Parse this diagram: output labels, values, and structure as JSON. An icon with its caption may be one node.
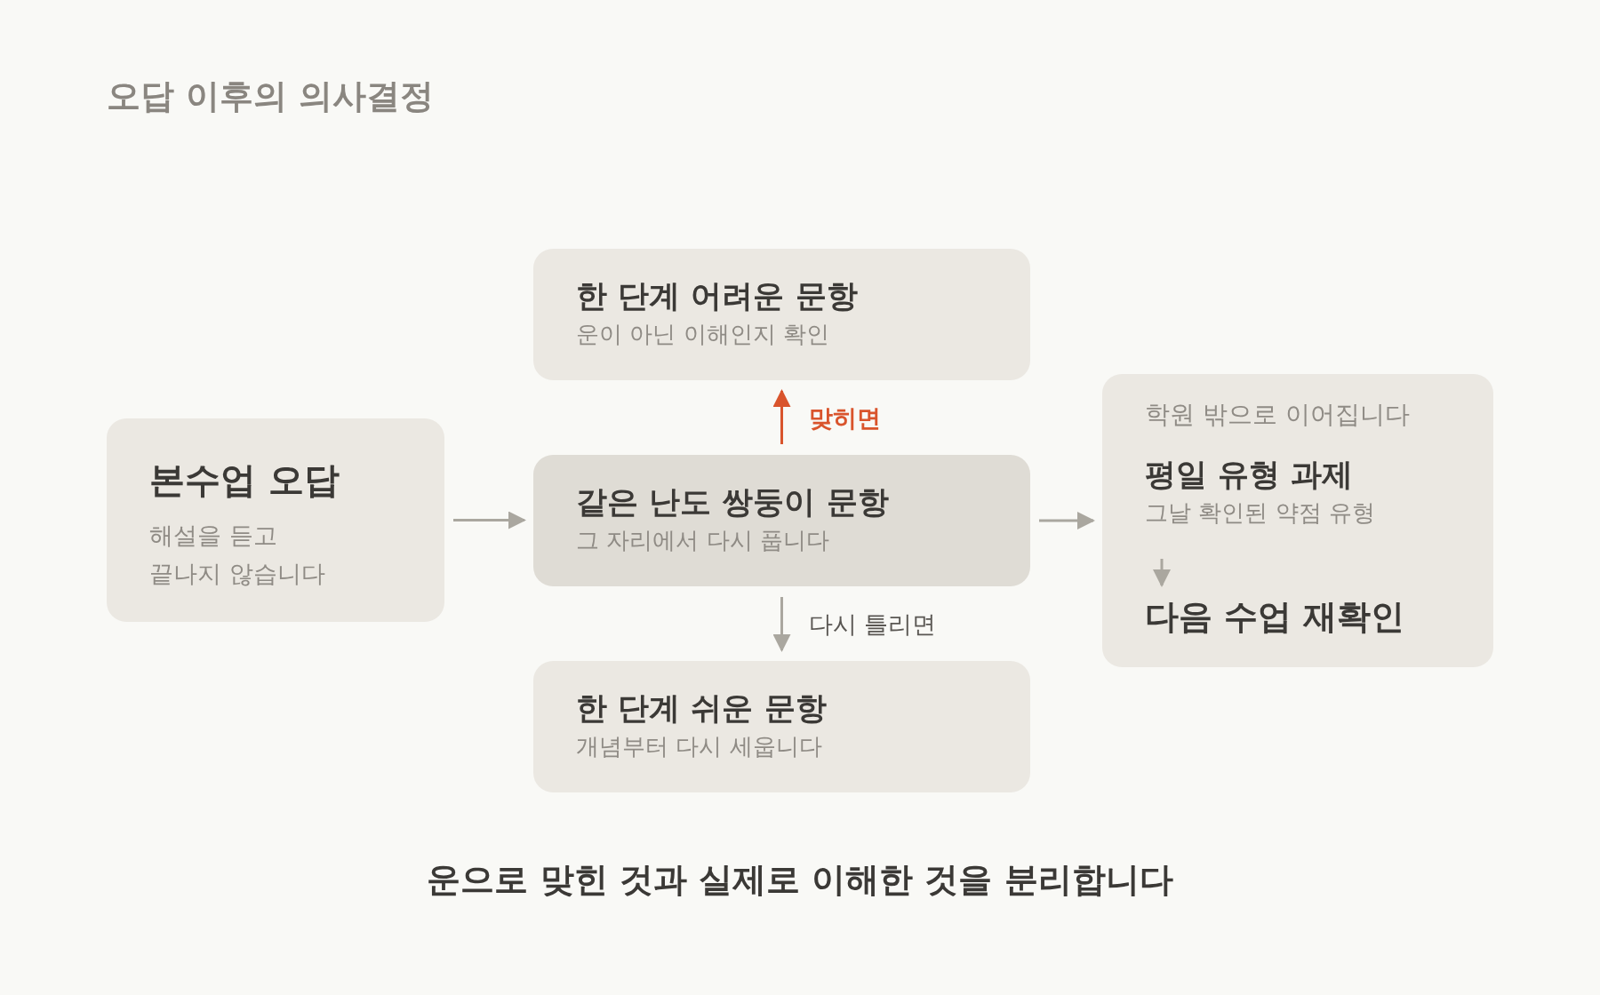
{
  "diagram": {
    "title": "오답 이후의 의사결정",
    "caption": "운으로 맞힌 것과 실제로 이해한 것을 분리합니다",
    "nodes": [
      {
        "text": [
          "본수업 오답",
          "해설을 듣고 끝나지 않습니다"
        ]
      },
      {
        "text": [
          "한 단계 어려운 문항",
          "운이 아닌 이해인지 확인"
        ]
      },
      {
        "text": [
          "같은 난도 쌍둥이 문항",
          "그 자리에서 다시 풉니다"
        ]
      },
      {
        "text": [
          "한 단계 쉬운 문항",
          "개념부터 다시 세웁니다"
        ]
      },
      {
        "text": [
          "학원 밖으로 이어집니다"
        ]
      },
      {
        "text": [
          "평일 유형 과제",
          "그날 확인된 약점 유형"
        ],
        "in": 4
      },
      {
        "text": [
          "다음 수업 재확인"
        ],
        "in": 4
      }
    ],
    "edges": [
      {
        "from": 0,
        "to": 2,
        "arrow": "to"
      },
      {
        "from": 2,
        "to": 1,
        "arrow": "to",
        "label": "맞히면",
        "color": "#d9542c"
      },
      {
        "from": 2,
        "to": 3,
        "arrow": "to",
        "label": "다시 틀리면"
      },
      {
        "from": 2,
        "to": 4,
        "arrow": "to"
      },
      {
        "from": 5,
        "to": 6,
        "arrow": "to"
      }
    ]
  }
}
